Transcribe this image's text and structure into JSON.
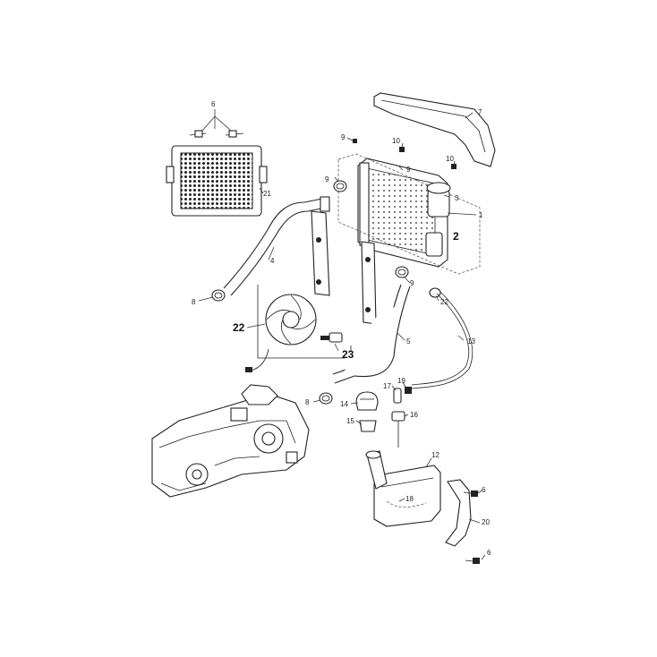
{
  "diagram": {
    "callouts": {
      "c1": "1",
      "c2": "2",
      "c3": "3",
      "c4": "4",
      "c5": "5",
      "c6a": "6",
      "c6b": "6",
      "c6c": "6",
      "c7": "7",
      "c8a": "8",
      "c8b": "8",
      "c9a": "9",
      "c9b": "9",
      "c9c": "9",
      "c9d": "9",
      "c10a": "10",
      "c10b": "10",
      "c12": "12",
      "c13": "13",
      "c14": "14",
      "c15": "15",
      "c16": "16",
      "c17": "17",
      "c18": "18",
      "c19": "19",
      "c20": "20",
      "c21": "21",
      "c22a": "22",
      "c22b": "22",
      "c23": "23"
    }
  }
}
